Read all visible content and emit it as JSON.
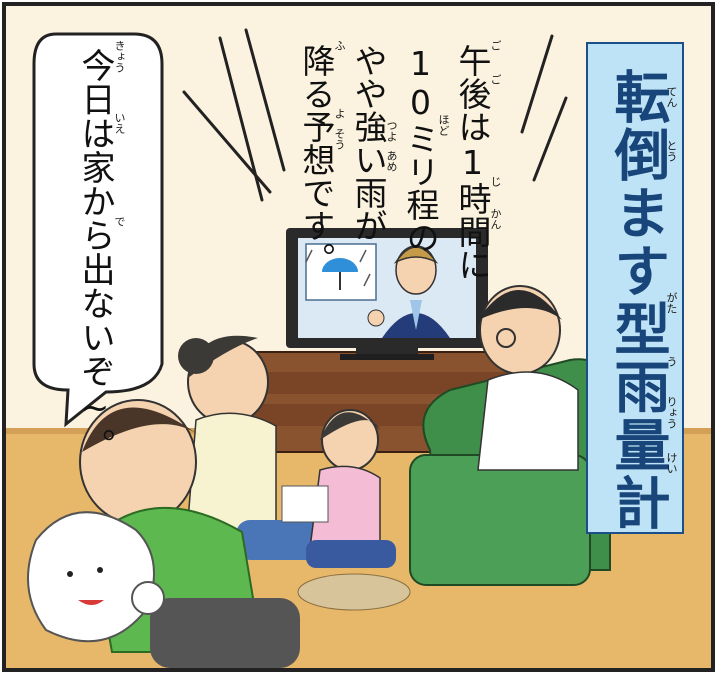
{
  "title": {
    "text": "転倒ます型雨量計",
    "ruby": [
      "てん",
      "とう",
      "がた",
      "う",
      "りょう",
      "けい"
    ]
  },
  "tv_announcement": {
    "lines": [
      "午後は1時間に",
      "10ミリ程の",
      "やや強い雨が",
      "降る予想です。"
    ],
    "ruby": [
      "ご",
      "ご",
      "じ",
      "かん",
      "ほど",
      "つよ",
      "あめ",
      "ふ",
      "よ",
      "そう"
    ]
  },
  "speech_bubble": {
    "text": "今日は家から出ないぞ~。",
    "ruby": [
      "きょう",
      "いえ",
      "で"
    ]
  },
  "colors": {
    "title_background": "#bfe3f6",
    "title_text": "#18457a",
    "floor": "#e8b86a",
    "wall": "#fbf3e0",
    "armchair": "#3f8f4a",
    "tv_cabinet": "#8a5330"
  }
}
